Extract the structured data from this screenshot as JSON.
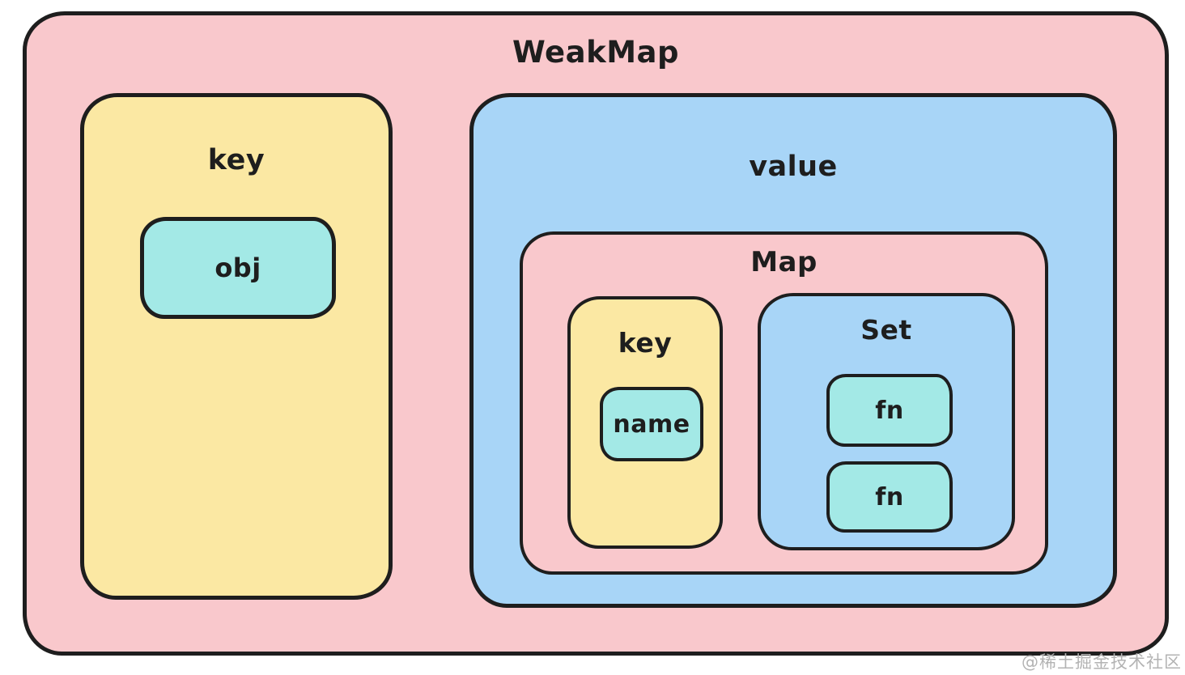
{
  "diagram": {
    "weakmap_label": "WeakMap",
    "key_outer": {
      "label": "key",
      "obj_label": "obj"
    },
    "value": {
      "label": "value",
      "map": {
        "label": "Map",
        "key_inner": {
          "label": "key",
          "name_label": "name"
        },
        "set": {
          "label": "Set",
          "fns": [
            "fn",
            "fn"
          ]
        }
      }
    }
  },
  "watermark": "@稀土掘金技术社区",
  "colors": {
    "pink": "#f9c8cc",
    "yellow": "#fbe8a3",
    "blue": "#a8d5f7",
    "cyan": "#a3e9e6",
    "stroke": "#1e1e1e",
    "watermark_gray": "#b3b3b3"
  }
}
